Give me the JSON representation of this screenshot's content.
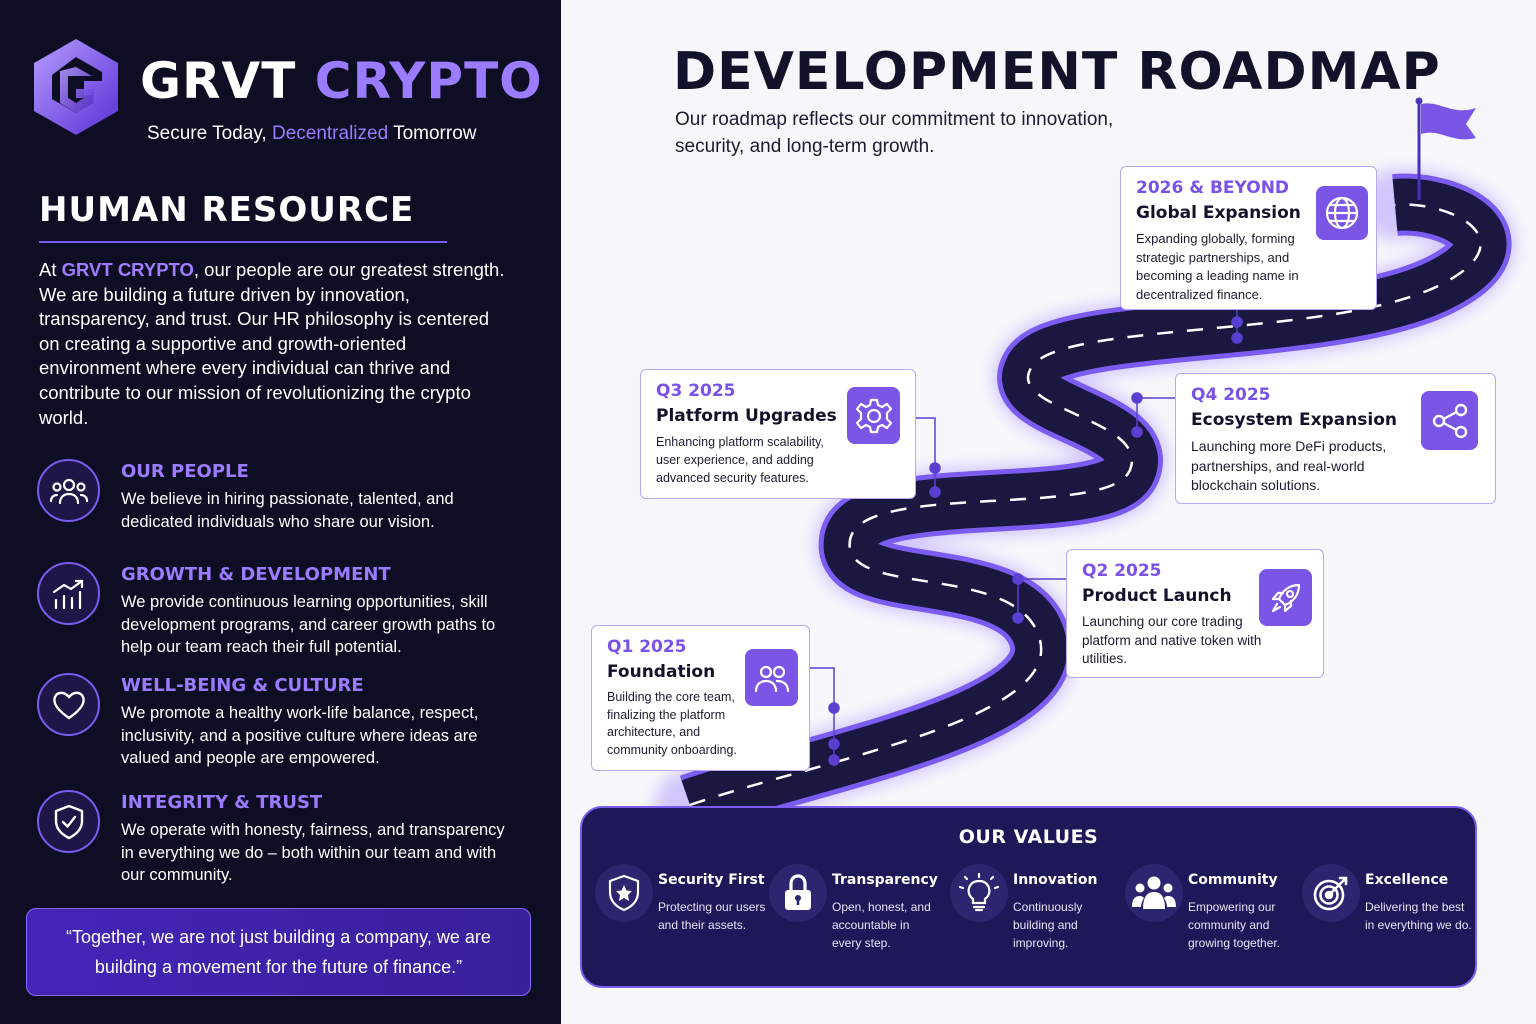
{
  "brand": {
    "name_part1": "GRVT",
    "name_part2": "CRYPTO",
    "tagline_part1": "Secure Today, ",
    "tagline_highlight": "Decentralized",
    "tagline_part2": " Tomorrow"
  },
  "hr": {
    "title": "HUMAN RESOURCE",
    "intro_prefix": "At ",
    "intro_highlight": "GRVT CRYPTO",
    "intro_text": ", our people are our greatest strength. We are building a future driven by innovation, transparency, and trust. Our HR philosophy is centered on creating a supportive and growth-oriented environment where every individual can thrive and contribute to our mission of revolutionizing the crypto world.",
    "pillars": [
      {
        "icon": "people-icon",
        "title": "OUR PEOPLE",
        "text": "We believe in hiring passionate, talented, and dedicated individuals who share our vision."
      },
      {
        "icon": "growth-chart-icon",
        "title": "GROWTH & DEVELOPMENT",
        "text": "We provide continuous learning opportunities, skill development programs, and career growth paths to help our team reach their full potential."
      },
      {
        "icon": "heart-icon",
        "title": "WELL-BEING & CULTURE",
        "text": "We promote a healthy work-life balance, respect, inclusivity, and a positive culture where ideas are valued and people are empowered."
      },
      {
        "icon": "shield-check-icon",
        "title": "INTEGRITY & TRUST",
        "text": "We operate with honesty, fairness, and transparency in everything we do – both within our team and with our community."
      }
    ],
    "quote": "“Together, we are not just building a company, we are building a movement for the future of finance.”"
  },
  "roadmap": {
    "title": "DEVELOPMENT ROADMAP",
    "subtitle": "Our roadmap reflects our commitment to innovation, security, and long-term growth.",
    "milestones": [
      {
        "quarter": "Q1 2025",
        "title": "Foundation",
        "text": "Building the core team, finalizing the platform architecture, and community onboarding.",
        "icon": "team-icon"
      },
      {
        "quarter": "Q2 2025",
        "title": "Product Launch",
        "text": "Launching our core trading platform and native token with utilities.",
        "icon": "rocket-icon"
      },
      {
        "quarter": "Q3 2025",
        "title": "Platform Upgrades",
        "text": "Enhancing platform scalability, user experience, and adding advanced security features.",
        "icon": "gear-icon"
      },
      {
        "quarter": "Q4 2025",
        "title": "Ecosystem Expansion",
        "text": "Launching more DeFi products, partnerships, and real-world blockchain solutions.",
        "icon": "share-nodes-icon"
      },
      {
        "quarter": "2026 & BEYOND",
        "title": "Global Expansion",
        "text": "Expanding globally, forming strategic partnerships, and becoming a leading name in decentralized finance.",
        "icon": "globe-icon"
      }
    ]
  },
  "values": {
    "title": "OUR VALUES",
    "items": [
      {
        "name": "Security First",
        "text": "Protecting our users and their assets.",
        "icon": "shield-star-icon"
      },
      {
        "name": "Transparency",
        "text": "Open, honest, and accountable in every step.",
        "icon": "lock-icon"
      },
      {
        "name": "Innovation",
        "text": "Continuously building and improving.",
        "icon": "lightbulb-icon"
      },
      {
        "name": "Community",
        "text": "Empowering our community and growing together.",
        "icon": "community-icon"
      },
      {
        "name": "Excellence",
        "text": "Delivering the best in everything we do.",
        "icon": "target-icon"
      }
    ]
  },
  "colors": {
    "left_bg": "#0d0d24",
    "accent": "#7b55e6",
    "accent_light": "#9b7bff",
    "road": "#1a1840",
    "values_bg": "#1d1858"
  }
}
